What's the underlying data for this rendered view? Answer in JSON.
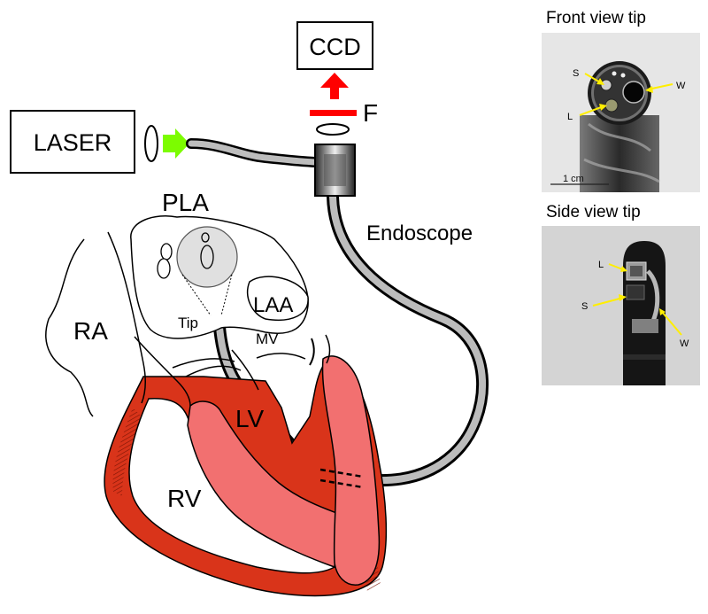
{
  "diagram": {
    "labels": {
      "ccd": "CCD",
      "laser": "LASER",
      "filter": "F",
      "endoscope": "Endoscope",
      "pla": "PLA",
      "laa": "LAA",
      "ra": "RA",
      "tip": "Tip",
      "mv": "MV",
      "lv": "LV",
      "rv": "RV"
    },
    "photos": {
      "front": {
        "title": "Front view tip",
        "labels": {
          "s": "S",
          "w": "W",
          "l": "L"
        },
        "scale": "1 cm"
      },
      "side": {
        "title": "Side view tip",
        "labels": {
          "l": "L",
          "s": "S",
          "w": "W"
        }
      }
    },
    "colors": {
      "laser_arrow": "#7CFC00",
      "ccd_arrow": "#ff0000",
      "myocardium_light": "#f27070",
      "myocardium_dark": "#d9341a",
      "pointer_arrow": "#ffee00"
    }
  }
}
